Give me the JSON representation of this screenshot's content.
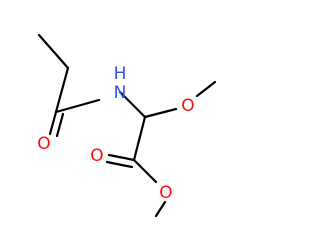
{
  "molecule": {
    "atoms": {
      "nitrogen": {
        "text": "N",
        "color": "#3050F8"
      },
      "hydrogen": {
        "text": "H",
        "color": "#3050F8"
      },
      "oxygen_carbonyl_amide": {
        "text": "O",
        "color": "#FF0D0D"
      },
      "oxygen_ether": {
        "text": "O",
        "color": "#FF0D0D"
      },
      "oxygen_carbonyl_ester": {
        "text": "O",
        "color": "#FF0D0D"
      },
      "oxygen_ester": {
        "text": "O",
        "color": "#FF0D0D"
      }
    },
    "bond_color": "#000000",
    "background": "#FFFFFF"
  }
}
